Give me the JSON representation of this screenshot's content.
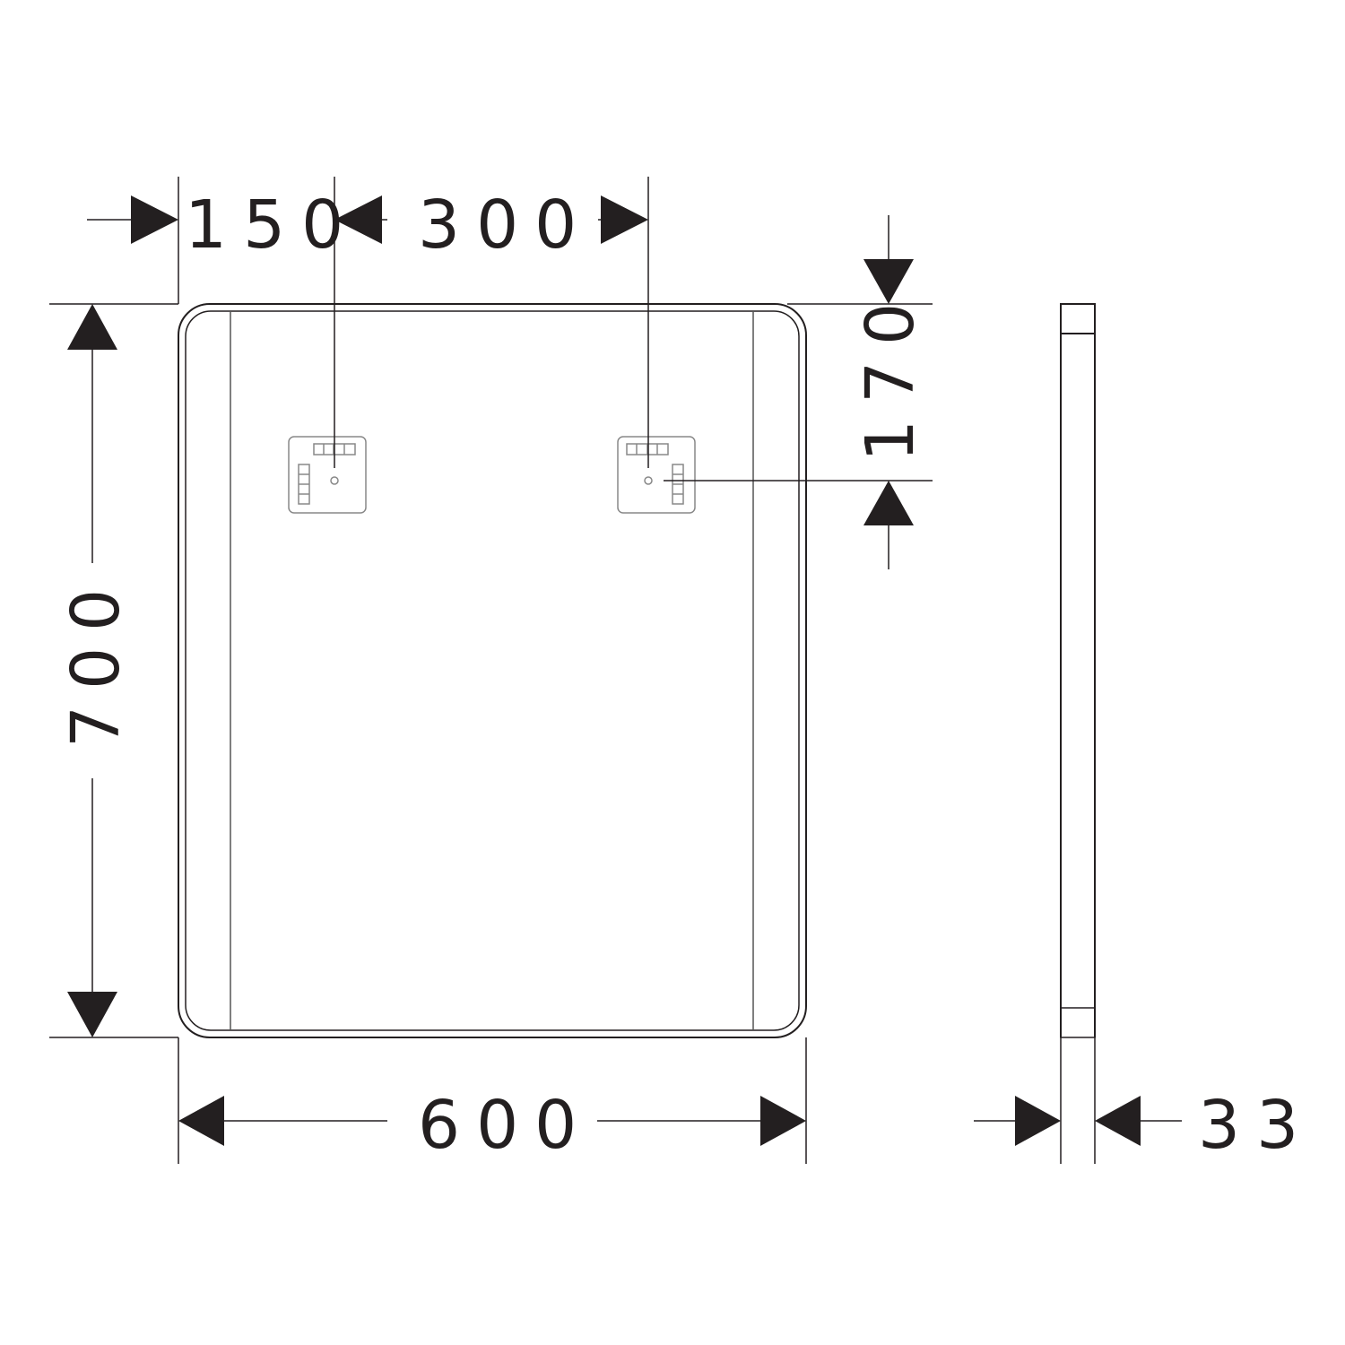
{
  "dimensions": {
    "offset_left": "150",
    "bracket_spacing": "300",
    "bracket_height": "170",
    "height": "700",
    "width": "600",
    "depth": "33"
  }
}
